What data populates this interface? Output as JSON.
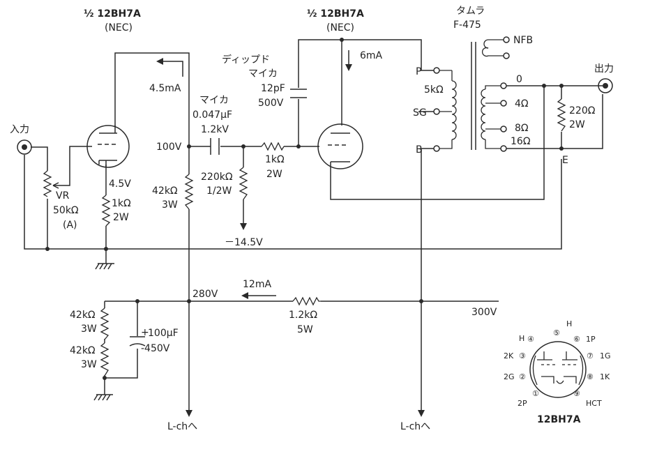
{
  "tube1": {
    "title": "½ 12BH7A",
    "maker": "(NEC)"
  },
  "tube2": {
    "title": "½ 12BH7A",
    "maker": "(NEC)"
  },
  "input": {
    "label": "入力"
  },
  "output": {
    "label": "出力"
  },
  "vr": {
    "name": "VR",
    "value": "50kΩ",
    "taper": "(A)"
  },
  "r_k1": {
    "value": "1kΩ",
    "power": "2W"
  },
  "v_k1": "4.5V",
  "current_stage1": "4.5mA",
  "v_plate1": "100V",
  "r_plate1": {
    "value": "42kΩ",
    "power": "3W"
  },
  "coupling_cap": {
    "type": "マイカ",
    "value": "0.047μF",
    "voltage": "1.2kV"
  },
  "grid_leak": {
    "value": "220kΩ",
    "power": "1/2W"
  },
  "bias_voltage": "－14.5V",
  "grid_stopper": {
    "value": "1kΩ",
    "power": "2W"
  },
  "dipped_mica": {
    "line1": "ディップド",
    "line2": "マイカ",
    "value": "12pF",
    "voltage": "500V"
  },
  "current_stage2": "6mA",
  "transformer": {
    "brand": "タムラ",
    "model": "F-475"
  },
  "xfmr_pins": {
    "p": "P",
    "z": "5kΩ",
    "sg": "SG",
    "b": "B",
    "nfb": "NFB",
    "zero": "0",
    "four": "4Ω",
    "eight": "8Ω",
    "sixteen": "16Ω"
  },
  "r_out": {
    "value": "220Ω",
    "power": "2W"
  },
  "e_label": "E",
  "b_280": "280V",
  "current_supply": "12mA",
  "r_supply": {
    "value": "1.2kΩ",
    "power": "5W"
  },
  "b_300": "300V",
  "divider_top": {
    "value": "42kΩ",
    "power": "3W"
  },
  "divider_bottom": {
    "value": "42kΩ",
    "power": "3W"
  },
  "filter_cap": {
    "value": "100μF",
    "voltage": "-450V",
    "polarity": "+"
  },
  "lch_1": "L-chへ",
  "lch_2": "L-chへ",
  "pinout": {
    "name": "12BH7A",
    "p1": "①",
    "p2": "②",
    "p3": "③",
    "p4": "④",
    "p5": "⑤",
    "p6": "⑥",
    "p7": "⑦",
    "p8": "⑧",
    "p9": "⑨",
    "l_h4": "H",
    "l_h5": "H",
    "l_1p": "1P",
    "l_2k": "2K",
    "l_1g": "1G",
    "l_2g": "2G",
    "l_1k": "1K",
    "l_2p": "2P",
    "l_hct": "HCT"
  }
}
